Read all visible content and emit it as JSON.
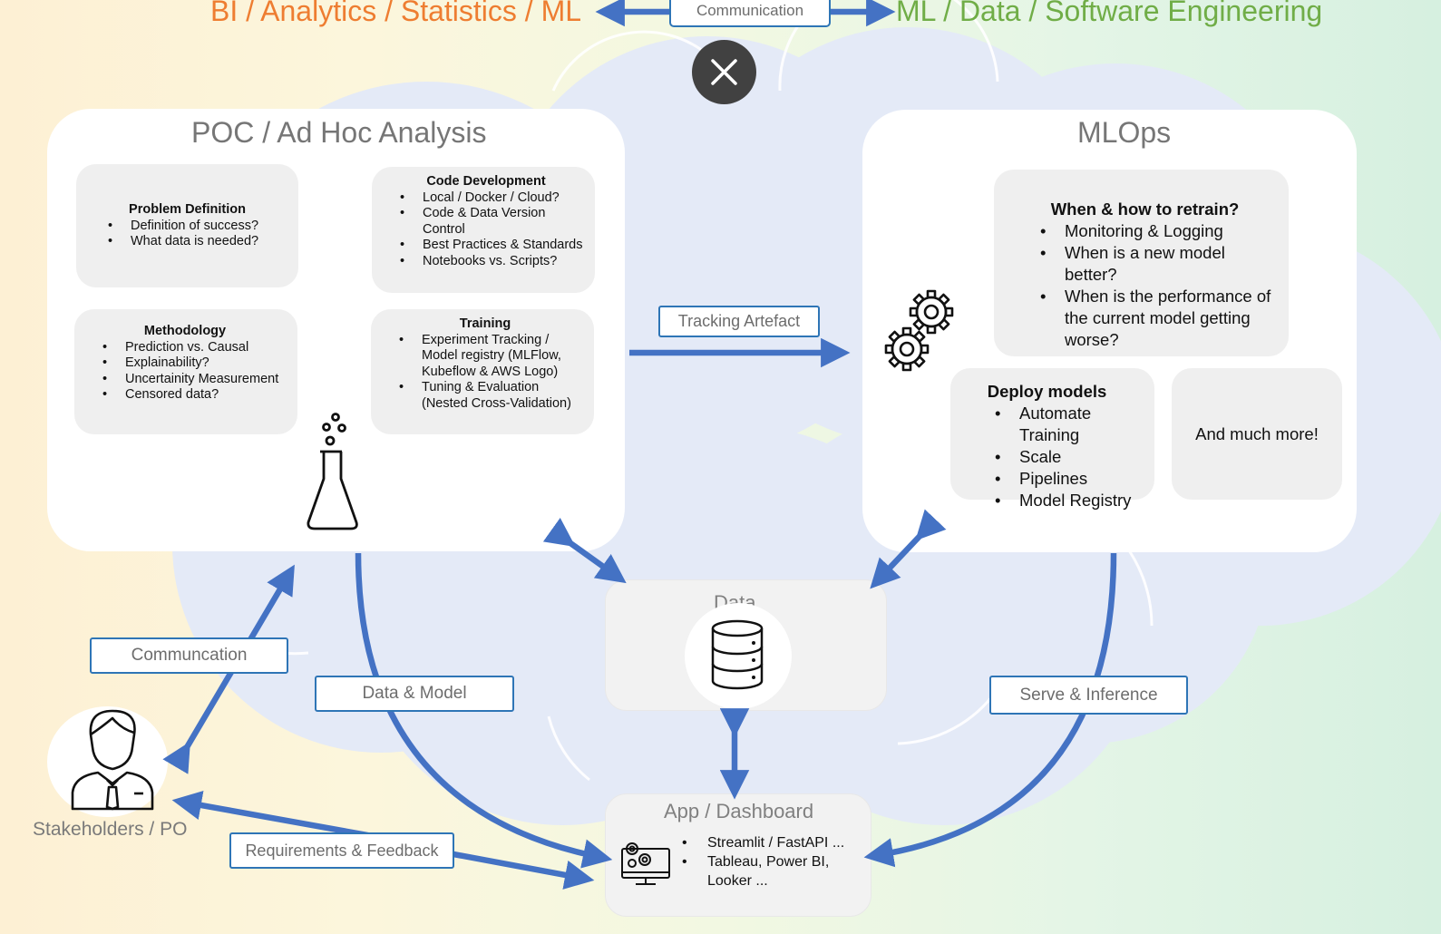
{
  "header": {
    "left": "BI / Analytics / Statistics / ML",
    "right": "ML / Data / Software Engineering",
    "communication": "Communication"
  },
  "poc": {
    "title": "POC / Ad Hoc Analysis",
    "problem": {
      "title": "Problem Definition",
      "items": [
        "Definition of success?",
        "What data is needed?"
      ]
    },
    "code": {
      "title": "Code Development",
      "items": [
        "Local / Docker / Cloud?",
        "Code & Data Version Control",
        "Best Practices & Standards",
        "Notebooks vs. Scripts?"
      ]
    },
    "methodology": {
      "title": "Methodology",
      "items": [
        "Prediction vs. Causal",
        "Explainability?",
        "Uncertainity Measurement",
        "Censored data?"
      ]
    },
    "training": {
      "title": "Training",
      "items": [
        "Experiment Tracking / Model registry (MLFlow, Kubeflow & AWS Logo)",
        "Tuning & Evaluation (Nested Cross-Validation)"
      ]
    }
  },
  "mlops": {
    "title": "MLOps",
    "retrain": {
      "title": "When & how to retrain?",
      "items": [
        "Monitoring & Logging",
        "When is a new model better?",
        "When is the performance of the current model getting worse?"
      ]
    },
    "deploy": {
      "title": "Deploy models",
      "items": [
        "Automate Training",
        "Scale",
        "Pipelines",
        "Model Registry"
      ]
    },
    "more": "And much more!"
  },
  "data": {
    "title": "Data"
  },
  "app": {
    "title": "App / Dashboard",
    "items": [
      "Streamlit / FastAPI ...",
      "Tableau, Power BI, Looker ..."
    ]
  },
  "stakeholders": "Stakeholders / PO",
  "labels": {
    "tracking": "Tracking Artefact",
    "communication": "Communcation",
    "data_model": "Data & Model",
    "serve": "Serve & Inference",
    "requirements": "Requirements & Feedback"
  },
  "colors": {
    "arrow": "#4472c4",
    "label_border": "#2e75b6",
    "cloud": "#e4e9f7",
    "left_header": "#ee7d31",
    "right_header": "#70ad47",
    "close_button": "#414141"
  }
}
